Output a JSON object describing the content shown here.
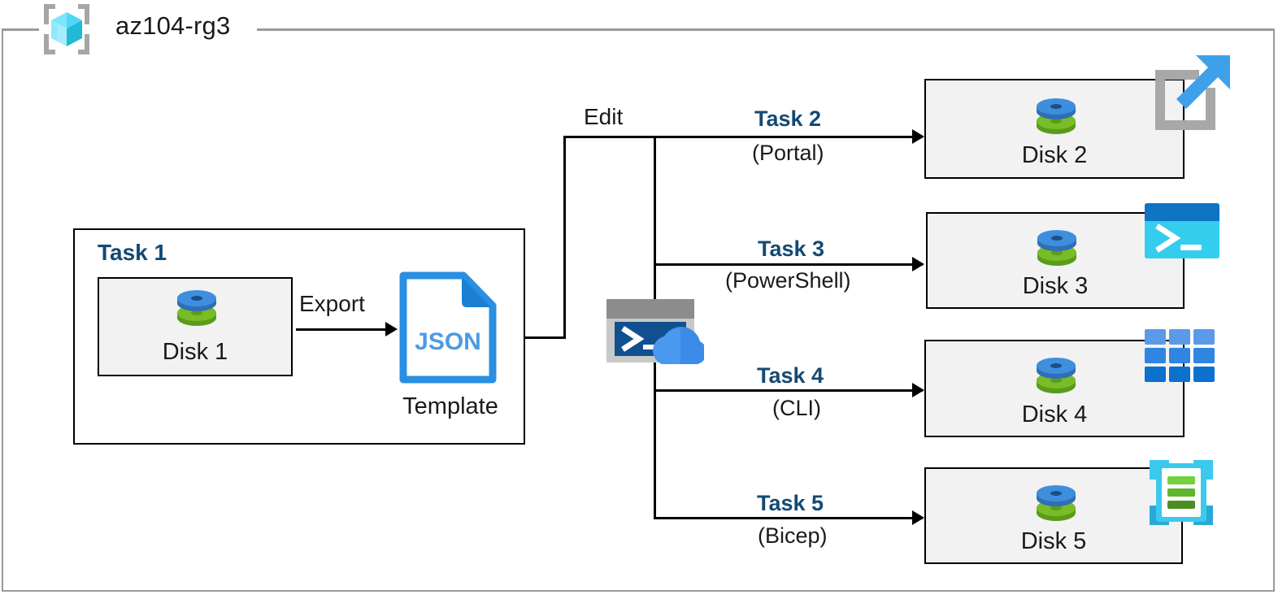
{
  "diagram": {
    "type": "azure-architecture-flow",
    "resource_group": {
      "name": "az104-rg3",
      "icon": "resource-group-cube-icon"
    },
    "accent_colors": {
      "task_label": "#134a73",
      "azure_blue": "#0f7bd4",
      "disk_blue": "#3f8ede",
      "disk_green": "#78bc26",
      "cyan": "#32c5e8",
      "box_fill": "#f2f2f2",
      "border": "#000000",
      "rg_border": "#9a9a9a"
    },
    "task1": {
      "title": "Task 1",
      "source_disk": "Disk 1",
      "source_disk_icon": "managed-disk-icon",
      "export_label": "Export",
      "template_icon": "json-file-icon",
      "template_badge": "JSON",
      "template_caption": "Template"
    },
    "edit_label": "Edit",
    "cloudshell_icon": "cloud-shell-icon",
    "branches": [
      {
        "task": "Task 2",
        "method": "(Portal)",
        "target": "Disk 2",
        "target_icon": "managed-disk-icon",
        "service_icon": "azure-portal-icon"
      },
      {
        "task": "Task 3",
        "method": "(PowerShell)",
        "target": "Disk 3",
        "target_icon": "managed-disk-icon",
        "service_icon": "powershell-icon"
      },
      {
        "task": "Task 4",
        "method": "(CLI)",
        "target": "Disk 4",
        "target_icon": "managed-disk-icon",
        "service_icon": "azure-cli-grid-icon"
      },
      {
        "task": "Task 5",
        "method": "(Bicep)",
        "target": "Disk 5",
        "target_icon": "managed-disk-icon",
        "service_icon": "bicep-template-icon"
      }
    ]
  }
}
